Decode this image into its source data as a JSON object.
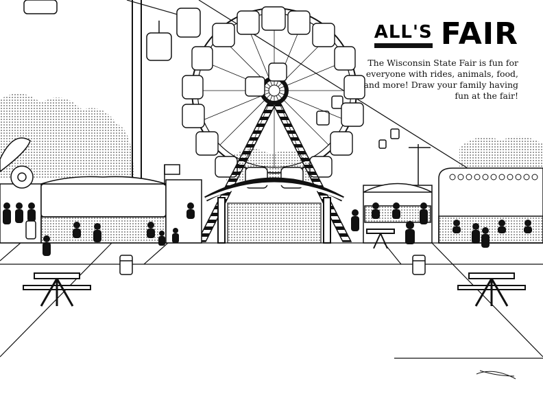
{
  "title": {
    "part1": "ALL'S",
    "part2": "FAIR"
  },
  "description": "The Wisconsin State Fair is fun for everyone with rides, animals, food, and more! Draw your family having fun at the fair!"
}
